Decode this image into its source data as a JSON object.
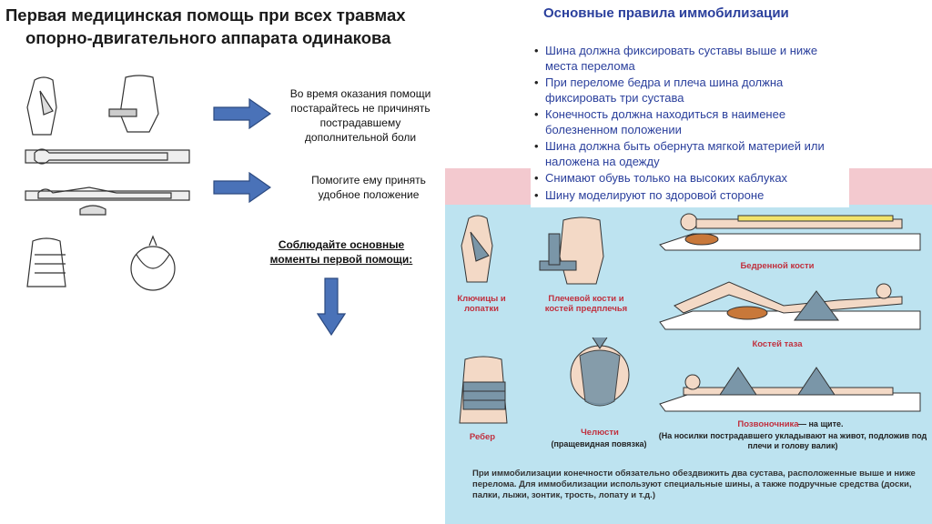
{
  "title": {
    "line1": "Первая медицинская помощь при всех травмах",
    "line2": "опорно-двигательного аппарата одинакова"
  },
  "notes": {
    "note1": "Во время оказания помощи постарайтесь не причинять пострадавшему дополнительной боли",
    "note2": "Помогите ему принять удобное положение",
    "note3": "Соблюдайте основные моменты первой помощи:"
  },
  "rules": {
    "title": "Основные правила иммобилизации",
    "items": [
      "Шина должна фиксировать суставы выше и ниже места перелома",
      "При переломе бедра и плеча шина должна фиксировать три сустава",
      "Конечность должна находиться в наименее болезненном положении",
      "Шина должна быть обернута мягкой материей или наложена на одежду",
      "Снимают обувь только на высоких каблуках",
      "Шину моделируют по здоровой стороне"
    ]
  },
  "poster": {
    "labels": {
      "clavicle": "Ключицы и лопатки",
      "humerus": "Плечевой кости и костей предплечья",
      "femur": "Бедренной кости",
      "pelvis": "Костей таза",
      "ribs": "Ребер",
      "jaw": "Челюсти",
      "jaw_sub": "(пращевидная повязка)",
      "spine": "Позвоночника",
      "spine_suffix": "— на щите.",
      "spine_sub": "(На носилки пострадавшего укладывают на живот, подложив под плечи и голову валик)"
    },
    "footer": "При иммобилизации конечности обязательно обездвижить два сустава, расположенные выше и ниже перелома. Для иммобилизации используют специальные шины, а также подручные средства (доски, палки, лыжи, зонтик, трость, лопату и т.д.)"
  },
  "colors": {
    "rules_text": "#2a3f9c",
    "arrow_fill": "#4a72b8",
    "poster_bg": "#bde3f0",
    "poster_label": "#c0303e",
    "bandage": "#7a96a8"
  }
}
